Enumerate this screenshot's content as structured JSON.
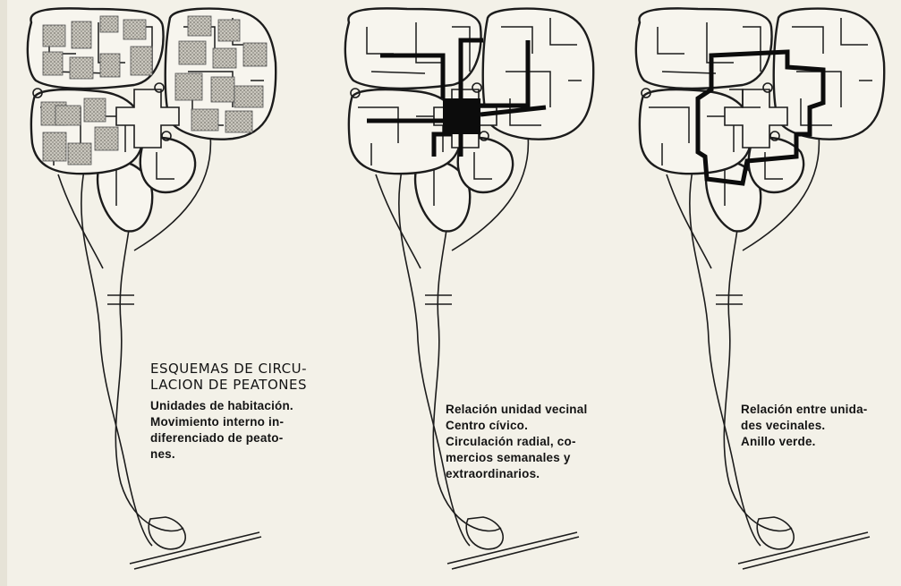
{
  "title": {
    "line1": "ESQUEMAS DE CIRCU-",
    "line2": "LACION DE PEATONES"
  },
  "panels": [
    {
      "caption": [
        "Unidades de habitación.",
        "Movimiento interno in-",
        "diferenciado de peato-",
        "nes."
      ]
    },
    {
      "caption": [
        "Relación unidad vecinal",
        "Centro cívico.",
        "Circulación radial, co-",
        "mercios semanales y",
        "extraordinarios."
      ]
    },
    {
      "caption": [
        "Relación entre unida-",
        "des vecinales.",
        "Anillo verde."
      ]
    }
  ]
}
